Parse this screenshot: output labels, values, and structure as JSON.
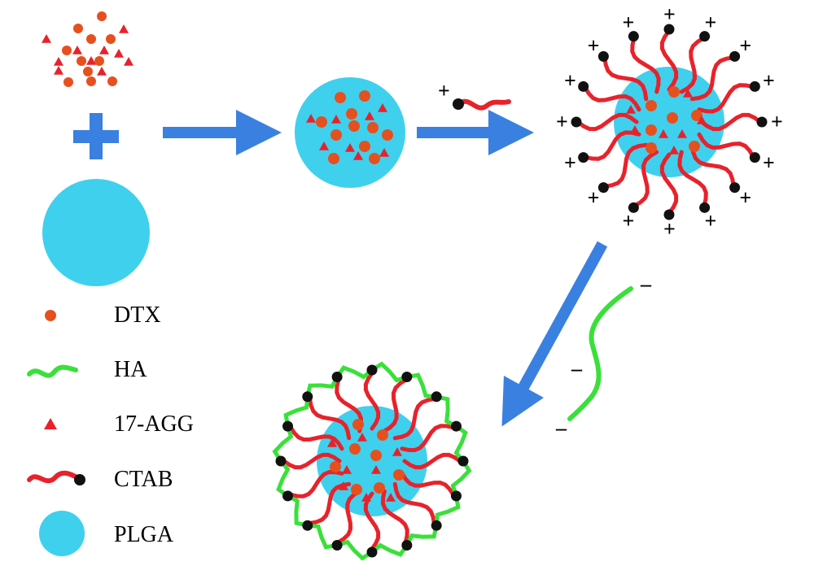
{
  "colors": {
    "plga": "#3fd0ee",
    "drug_dtx": "#e6501e",
    "drug_agg": "#e8222b",
    "ctab_tail": "#e8222b",
    "ctab_head": "#111111",
    "ha": "#3ae03a",
    "arrow": "#3a80e0"
  },
  "icons": {
    "plus": "plus-sign-icon",
    "arrow": "process-arrow-icon"
  },
  "charges": {
    "positive": "+",
    "negative": "–"
  },
  "legend": [
    {
      "key": "dtx",
      "label": "DTX",
      "icon": "orange-dot-icon"
    },
    {
      "key": "ha",
      "label": "HA",
      "icon": "green-wave-icon"
    },
    {
      "key": "agg",
      "label": "17-AGG",
      "icon": "red-triangle-icon"
    },
    {
      "key": "ctab",
      "label": "CTAB",
      "icon": "red-tail-black-head-icon"
    },
    {
      "key": "plga",
      "label": "PLGA",
      "icon": "blue-circle-icon"
    }
  ]
}
